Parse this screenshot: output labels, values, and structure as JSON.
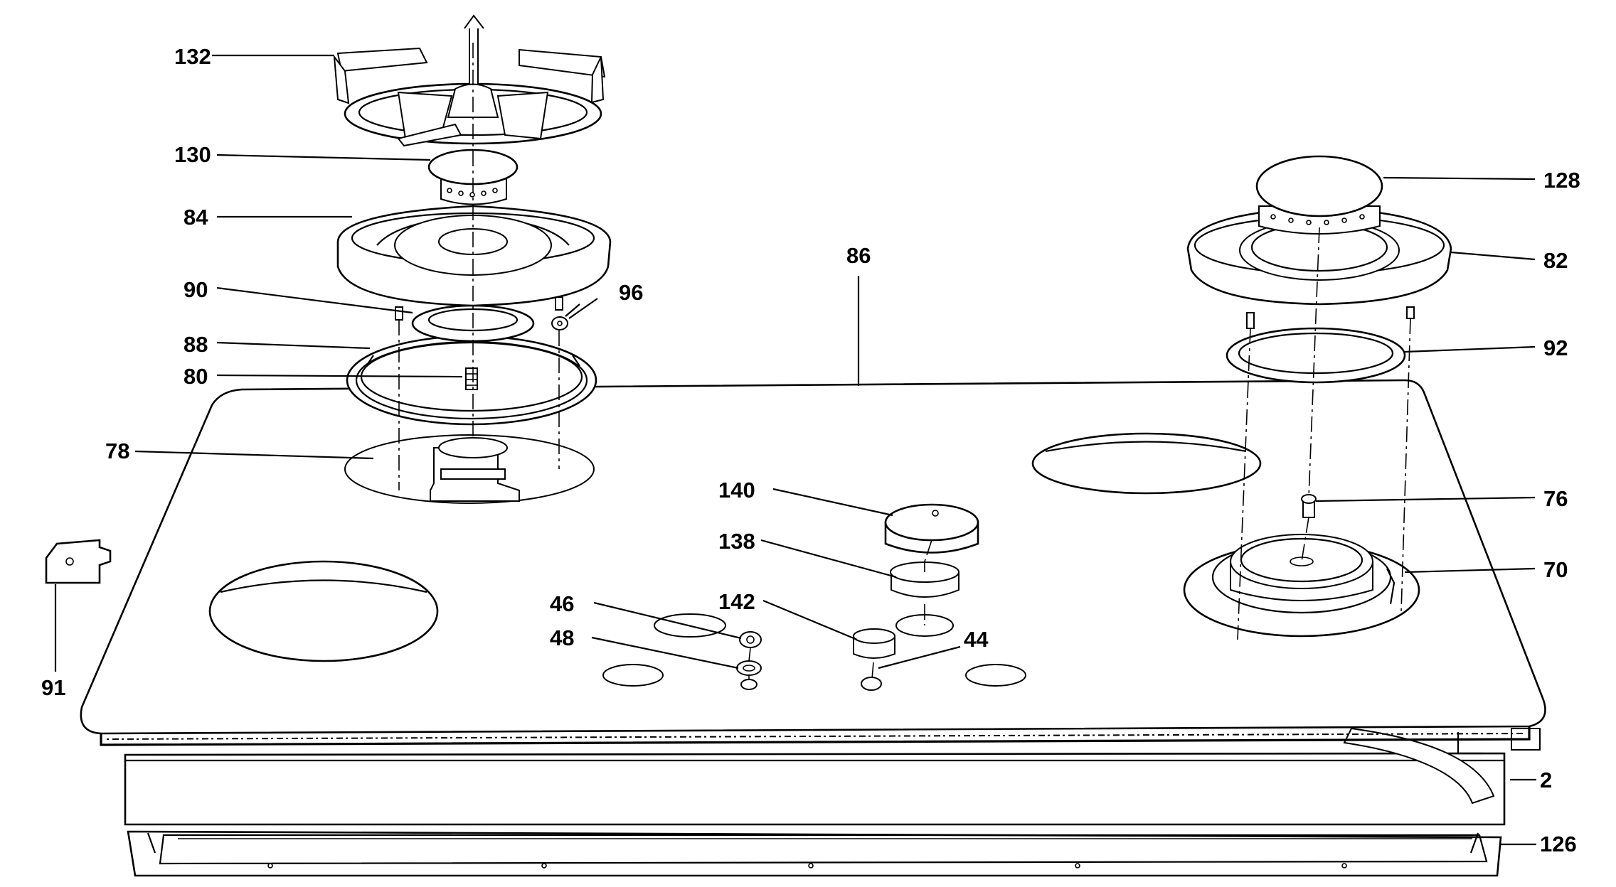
{
  "diagram": {
    "parts": [
      {
        "id": "132",
        "label": "132"
      },
      {
        "id": "130",
        "label": "130"
      },
      {
        "id": "84",
        "label": "84"
      },
      {
        "id": "90",
        "label": "90"
      },
      {
        "id": "96",
        "label": "96"
      },
      {
        "id": "88",
        "label": "88"
      },
      {
        "id": "80",
        "label": "80"
      },
      {
        "id": "78",
        "label": "78"
      },
      {
        "id": "86",
        "label": "86"
      },
      {
        "id": "128",
        "label": "128"
      },
      {
        "id": "82",
        "label": "82"
      },
      {
        "id": "92",
        "label": "92"
      },
      {
        "id": "76",
        "label": "76"
      },
      {
        "id": "70",
        "label": "70"
      },
      {
        "id": "140",
        "label": "140"
      },
      {
        "id": "138",
        "label": "138"
      },
      {
        "id": "142",
        "label": "142"
      },
      {
        "id": "46",
        "label": "46"
      },
      {
        "id": "48",
        "label": "48"
      },
      {
        "id": "44",
        "label": "44"
      },
      {
        "id": "91",
        "label": "91"
      },
      {
        "id": "2",
        "label": "2"
      },
      {
        "id": "126",
        "label": "126"
      }
    ]
  }
}
